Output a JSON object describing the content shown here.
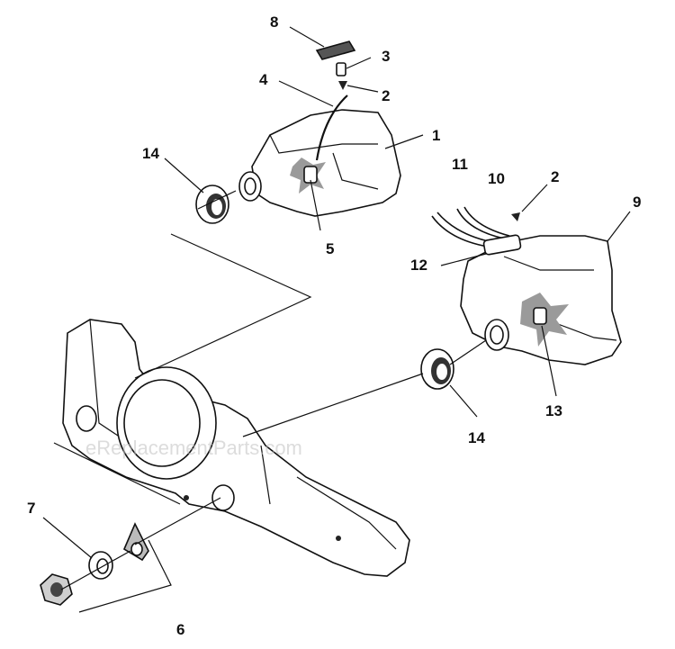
{
  "watermark": "eReplacementParts.com",
  "callouts": {
    "c1": "1",
    "c2a": "2",
    "c2b": "2",
    "c3": "3",
    "c4": "4",
    "c5": "5",
    "c6": "6",
    "c7": "7",
    "c8": "8",
    "c9": "9",
    "c10": "10",
    "c11": "11",
    "c12": "12",
    "c13": "13",
    "c14a": "14",
    "c14b": "14"
  },
  "colors": {
    "ink": "#111111",
    "shade": "#9a9a9a",
    "paper": "#ffffff"
  }
}
